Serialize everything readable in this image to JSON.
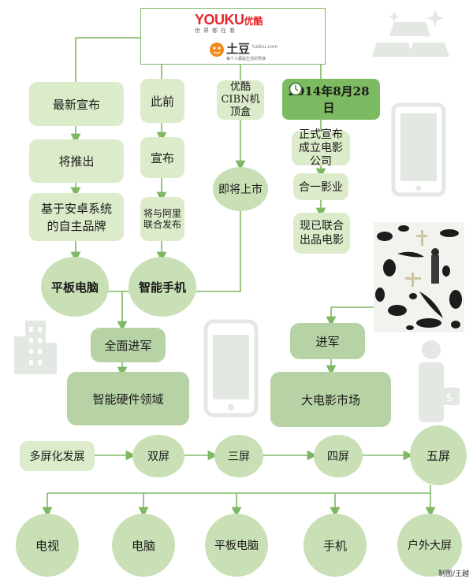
{
  "logos": {
    "youku": {
      "brand": "YOUKU",
      "cn": "优酷",
      "slogan": "世界都在看"
    },
    "tudou": {
      "cn": "土豆",
      "en": "tudou.com",
      "slogan": "每个人都是生活的导演"
    }
  },
  "branch1": [
    "最新宣布",
    "将推出",
    "基于安卓系统的自主品牌",
    "平板电脑"
  ],
  "branch2": [
    "此前",
    "宣布",
    "将与阿里联合发布",
    "智能手机"
  ],
  "branch3": [
    "优酷CIBN机顶盒",
    "即将上市"
  ],
  "branch4": {
    "date": "2014年8月28日",
    "items": [
      "正式宣布成立电影公司",
      "合一影业",
      "现已联合出品电影"
    ]
  },
  "hardware": {
    "enter": "全面进军",
    "field": "智能硬件领域"
  },
  "movie": {
    "enter": "进军",
    "field": "大电影市场"
  },
  "screens": {
    "start": "多屏化发展",
    "steps": [
      "双屏",
      "三屏",
      "四屏",
      "五屏"
    ]
  },
  "bottom": [
    "电视",
    "电脑",
    "平板电脑",
    "手机",
    "户外大屏"
  ],
  "credit": "制图/王越",
  "colors": {
    "line": "#7fb864",
    "light": "#dcebc9",
    "mid": "#b7d3a6",
    "dark": "#7dbb63",
    "deco": "#e3e8e3"
  }
}
